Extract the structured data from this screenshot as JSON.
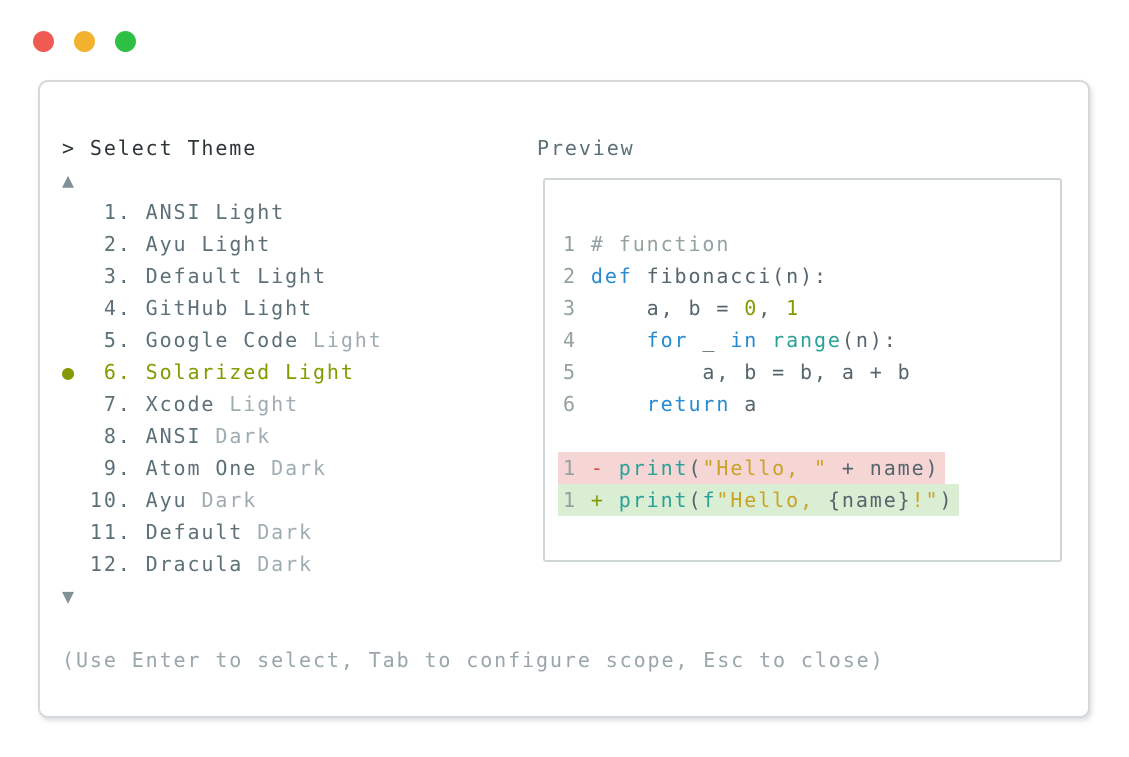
{
  "window": {
    "traffic_lights": [
      "#ef5b53",
      "#f3b22e",
      "#2dc044"
    ]
  },
  "theme_picker": {
    "prompt": "> Select Theme",
    "scroll_up_icon": "▲",
    "scroll_down_icon": "▼",
    "selected_bullet": "●",
    "items": [
      {
        "number": 1,
        "name": "ANSI",
        "variant": "Light",
        "variant_dim": false,
        "selected": false
      },
      {
        "number": 2,
        "name": "Ayu",
        "variant": "Light",
        "variant_dim": false,
        "selected": false
      },
      {
        "number": 3,
        "name": "Default",
        "variant": "Light",
        "variant_dim": false,
        "selected": false
      },
      {
        "number": 4,
        "name": "GitHub",
        "variant": "Light",
        "variant_dim": false,
        "selected": false
      },
      {
        "number": 5,
        "name": "Google Code",
        "variant": "Light",
        "variant_dim": true,
        "selected": false
      },
      {
        "number": 6,
        "name": "Solarized",
        "variant": "Light",
        "variant_dim": false,
        "selected": true
      },
      {
        "number": 7,
        "name": "Xcode",
        "variant": "Light",
        "variant_dim": true,
        "selected": false
      },
      {
        "number": 8,
        "name": "ANSI",
        "variant": "Dark",
        "variant_dim": true,
        "selected": false
      },
      {
        "number": 9,
        "name": "Atom One",
        "variant": "Dark",
        "variant_dim": true,
        "selected": false
      },
      {
        "number": 10,
        "name": "Ayu",
        "variant": "Dark",
        "variant_dim": true,
        "selected": false
      },
      {
        "number": 11,
        "name": "Default",
        "variant": "Dark",
        "variant_dim": true,
        "selected": false
      },
      {
        "number": 12,
        "name": "Dracula",
        "variant": "Dark",
        "variant_dim": true,
        "selected": false
      }
    ],
    "hint": "(Use Enter to select, Tab to configure scope, Esc to close)"
  },
  "preview": {
    "label": "Preview",
    "code_lines": [
      {
        "bg": null,
        "segments": [
          {
            "t": "1 ",
            "c": "ln"
          },
          {
            "t": "# function",
            "c": "com"
          }
        ]
      },
      {
        "bg": null,
        "segments": [
          {
            "t": "2 ",
            "c": "ln"
          },
          {
            "t": "def",
            "c": "kw"
          },
          {
            "t": " fibonacci(n):",
            "c": "base"
          }
        ]
      },
      {
        "bg": null,
        "segments": [
          {
            "t": "3 ",
            "c": "ln"
          },
          {
            "t": "    a, b = ",
            "c": "base"
          },
          {
            "t": "0",
            "c": "num"
          },
          {
            "t": ", ",
            "c": "base"
          },
          {
            "t": "1",
            "c": "num"
          }
        ]
      },
      {
        "bg": null,
        "segments": [
          {
            "t": "4 ",
            "c": "ln"
          },
          {
            "t": "    ",
            "c": "base"
          },
          {
            "t": "for",
            "c": "kw"
          },
          {
            "t": " _ ",
            "c": "base"
          },
          {
            "t": "in",
            "c": "kw"
          },
          {
            "t": " ",
            "c": "base"
          },
          {
            "t": "range",
            "c": "fn"
          },
          {
            "t": "(n):",
            "c": "base"
          }
        ]
      },
      {
        "bg": null,
        "segments": [
          {
            "t": "5 ",
            "c": "ln"
          },
          {
            "t": "        a, b = b, a + b",
            "c": "base"
          }
        ]
      },
      {
        "bg": null,
        "segments": [
          {
            "t": "6 ",
            "c": "ln"
          },
          {
            "t": "    ",
            "c": "base"
          },
          {
            "t": "return",
            "c": "kw"
          },
          {
            "t": " a",
            "c": "base"
          }
        ]
      },
      {
        "bg": null,
        "segments": []
      },
      {
        "bg": "removed",
        "segments": [
          {
            "t": "1 ",
            "c": "ln"
          },
          {
            "t": "-",
            "c": "minus"
          },
          {
            "t": " ",
            "c": "base"
          },
          {
            "t": "print",
            "c": "fn"
          },
          {
            "t": "(",
            "c": "base"
          },
          {
            "t": "\"Hello, \"",
            "c": "str"
          },
          {
            "t": " + name)",
            "c": "base"
          }
        ]
      },
      {
        "bg": "added",
        "segments": [
          {
            "t": "1 ",
            "c": "ln"
          },
          {
            "t": "+",
            "c": "plus"
          },
          {
            "t": " ",
            "c": "base"
          },
          {
            "t": "print",
            "c": "fn"
          },
          {
            "t": "(",
            "c": "base"
          },
          {
            "t": "f",
            "c": "fn"
          },
          {
            "t": "\"Hello, ",
            "c": "str"
          },
          {
            "t": "{name}",
            "c": "base"
          },
          {
            "t": "!\"",
            "c": "str"
          },
          {
            "t": ")",
            "c": "base"
          }
        ]
      }
    ]
  },
  "colors": {
    "text_primary": "#2e3538",
    "list_item": "#5d7078",
    "list_dim": "#9fadb2",
    "selected": "#859900",
    "arrow": "#7f9097",
    "hint": "#99a6aa",
    "ln": "#93a1a1",
    "com": "#93a1a1",
    "kw": "#268bd2",
    "fn": "#2aa198",
    "num": "#859900",
    "str": "#c9a227",
    "base": "#55656d",
    "minus": "#dc4a40",
    "plus": "#859900",
    "diff_removed_bg": "#f5d6d4",
    "diff_added_bg": "#daeed3"
  }
}
